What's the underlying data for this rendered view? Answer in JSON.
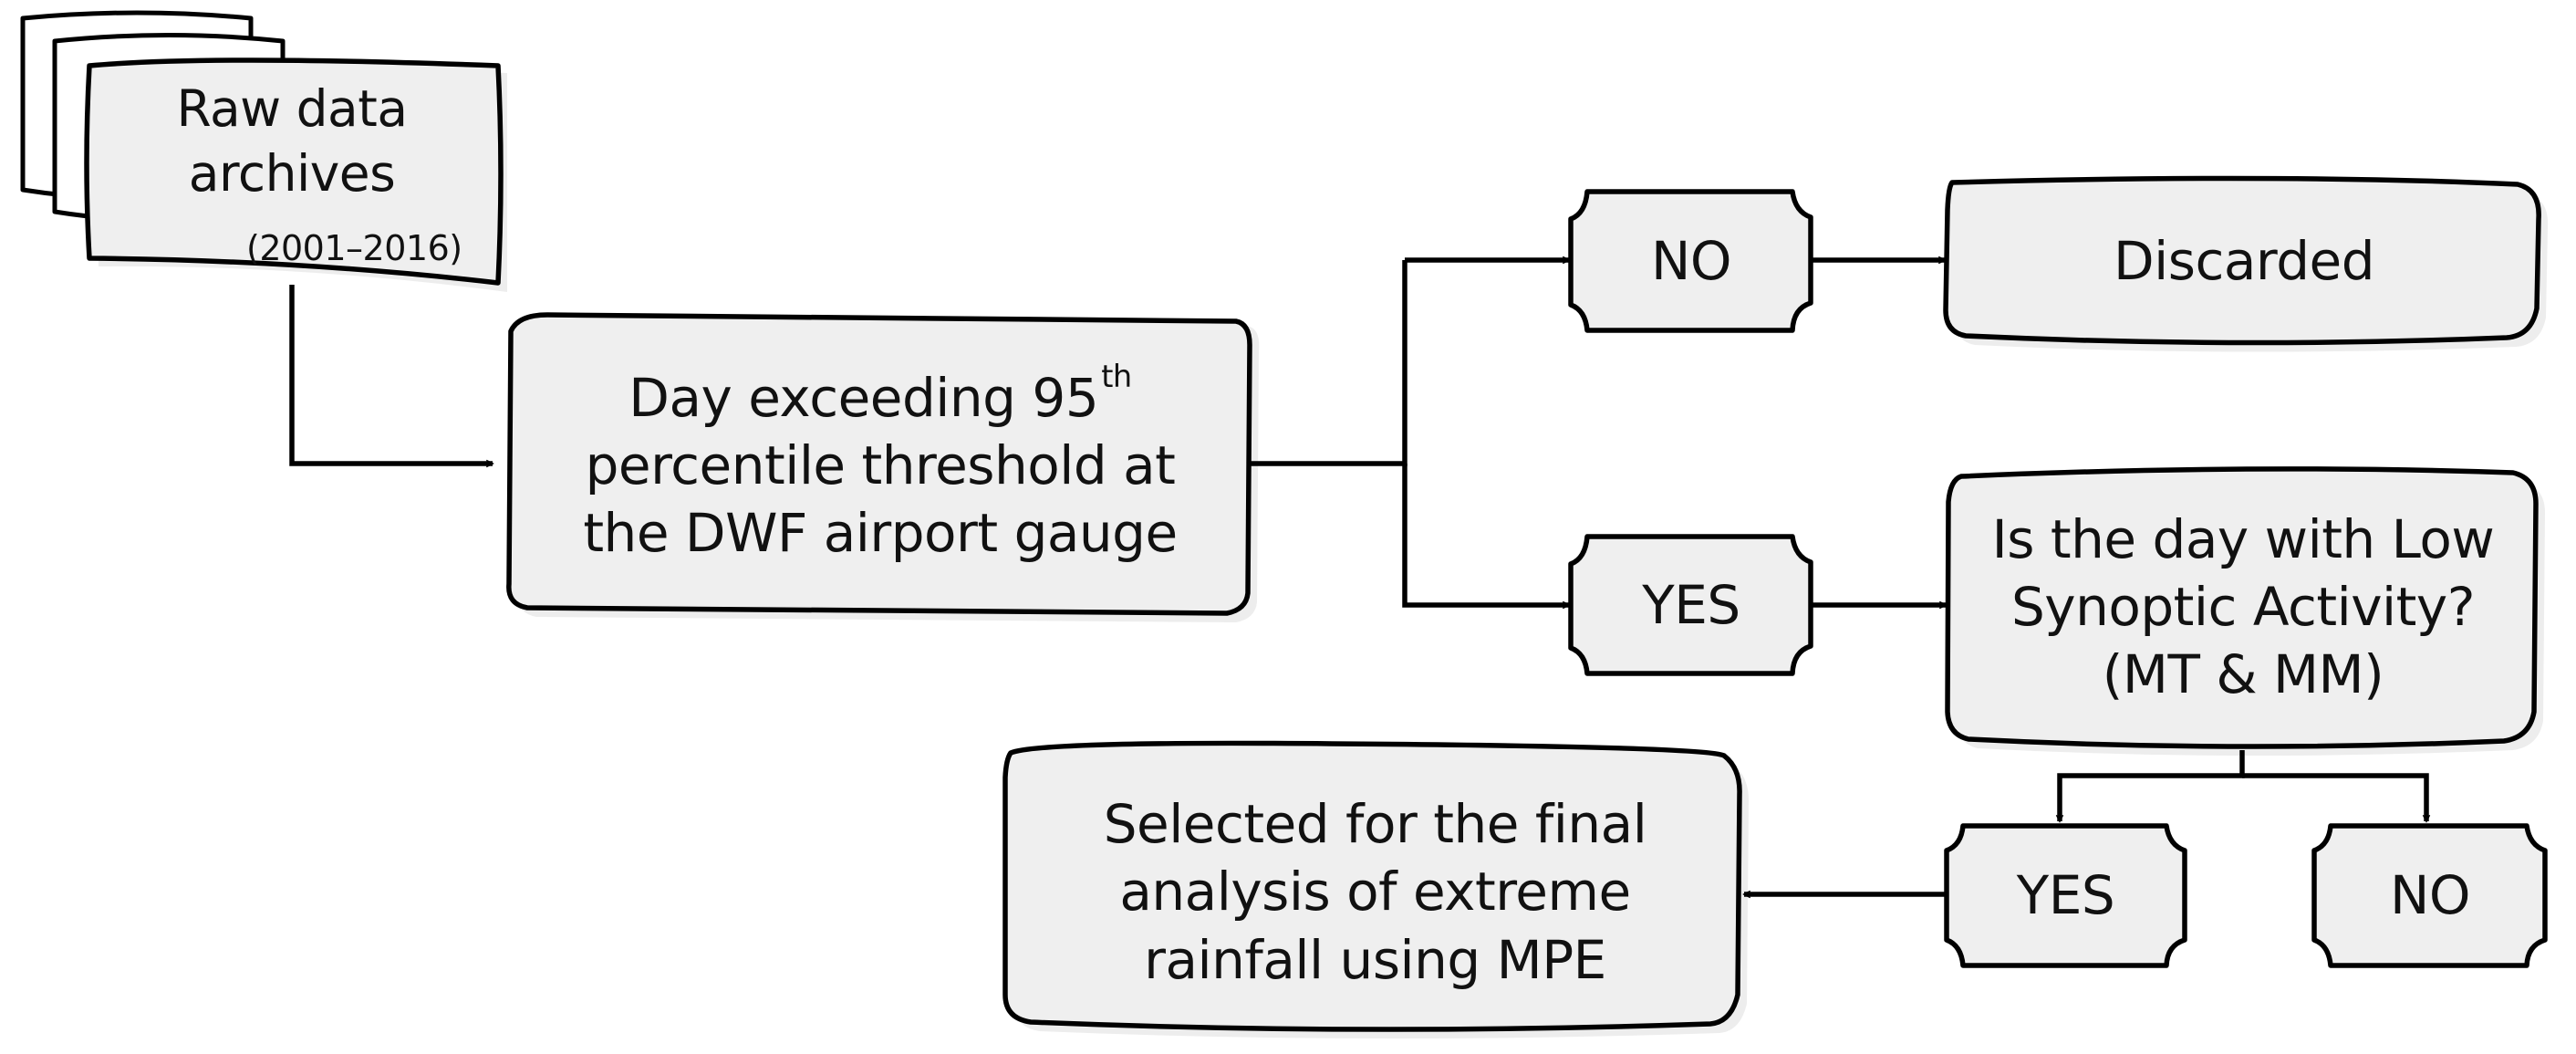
{
  "diagram": {
    "raw_data": {
      "line1": "Raw data",
      "line2": "archives",
      "years": "(2001–2016)"
    },
    "threshold": {
      "line1": "Day exceeding 95",
      "line1_sup": "th",
      "line2": "percentile threshold at",
      "line3": "the DWF airport gauge"
    },
    "no_top": "NO",
    "discarded": "Discarded",
    "yes_mid": "YES",
    "synoptic": {
      "line1": "Is the day with Low",
      "line2": "Synoptic Activity?",
      "line3": "(MT & MM)"
    },
    "yes_bottom": "YES",
    "no_bottom": "NO",
    "selected": {
      "line1": "Selected for the final",
      "line2": "analysis of extreme",
      "line3": "rainfall using MPE"
    }
  }
}
